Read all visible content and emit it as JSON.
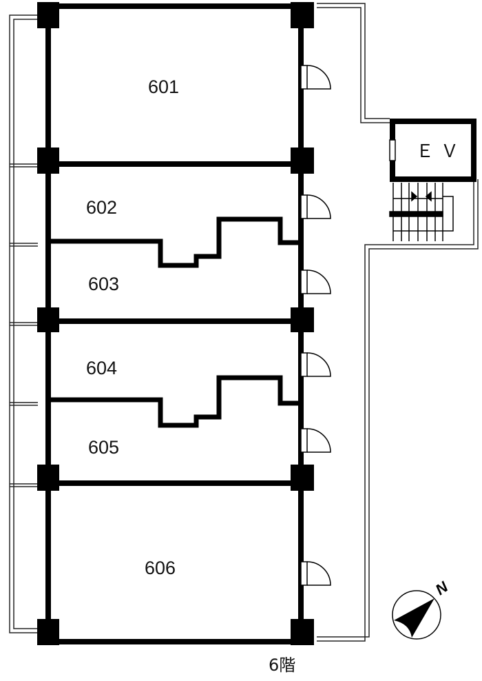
{
  "plan": {
    "floor_label": "6階",
    "elevator_label": "ＥＶ",
    "compass_label": "N",
    "units": [
      {
        "id": "601"
      },
      {
        "id": "602"
      },
      {
        "id": "603"
      },
      {
        "id": "604"
      },
      {
        "id": "605"
      },
      {
        "id": "606"
      }
    ]
  }
}
